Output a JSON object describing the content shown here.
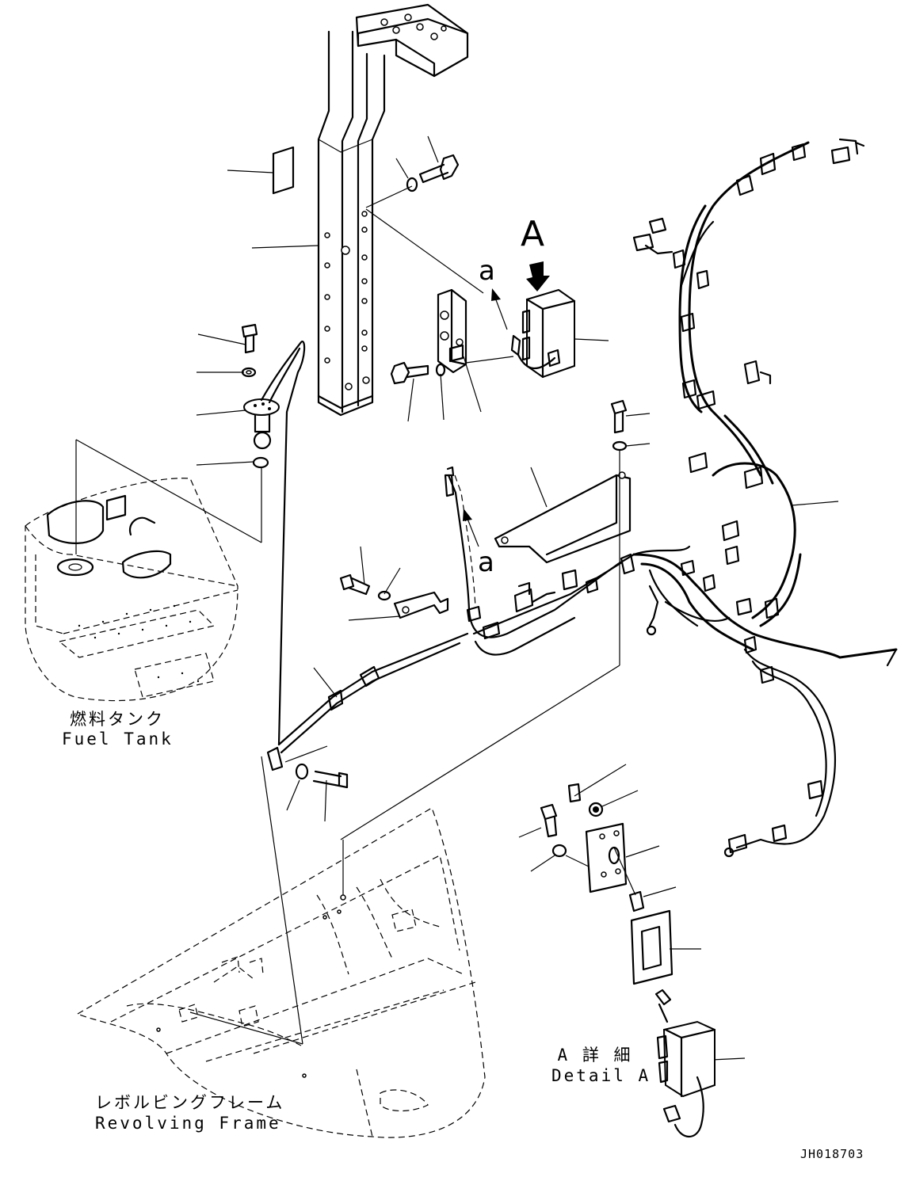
{
  "labels": {
    "fuel_tank_jp": "燃料タンク",
    "fuel_tank_en": "Fuel Tank",
    "revolving_frame_jp": "レボルビングフレーム",
    "revolving_frame_en": "Revolving Frame",
    "detail_a_jp": "A 詳 細",
    "detail_a_en": "Detail A",
    "view_a": "A",
    "ref_a_upper": "a",
    "ref_a_lower": "a",
    "drawing_code": "JH018703"
  }
}
